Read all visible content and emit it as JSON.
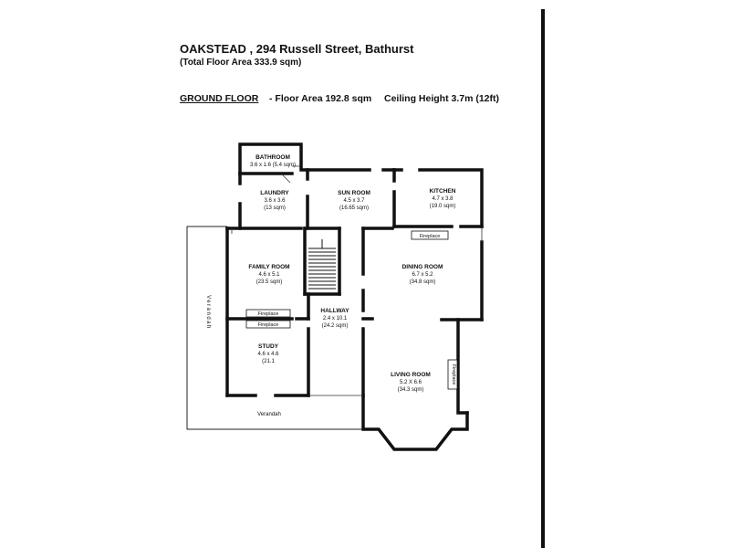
{
  "header": {
    "title": "OAKSTEAD , 294 Russell Street, Bathurst",
    "total_area": "(Total Floor Area 333.9 sqm)",
    "floor_label": "GROUND FLOOR",
    "floor_area": "- Floor Area 192.8 sqm",
    "ceiling": "Ceiling Height 3.7m (12ft)"
  },
  "rooms": {
    "bathroom": {
      "name": "BATHROOM",
      "dims": "3.6 x 1.6 (5.4 sqm)"
    },
    "laundry": {
      "name": "LAUNDRY",
      "dims": "3.6 x 3.6",
      "area": "(13 sqm)"
    },
    "sunroom": {
      "name": "SUN ROOM",
      "dims": "4.5 x 3.7",
      "area": "(16.65 sqm)"
    },
    "kitchen": {
      "name": "KITCHEN",
      "dims": "4.7 x 3.8",
      "area": "(19.0 sqm)"
    },
    "familyroom": {
      "name": "FAMILY ROOM",
      "dims": "4.6 x 5.1",
      "area": "(23.5 sqm)"
    },
    "diningroom": {
      "name": "DINING ROOM",
      "dims": "6.7 x 5.2",
      "area": "(34.8 sqm)"
    },
    "hallway": {
      "name": "HALLWAY",
      "dims": "2.4 x 10.1",
      "area": "(24.2 sqm)"
    },
    "study": {
      "name": "STUDY",
      "dims": "4.6 x 4.6",
      "area": "(21.1"
    },
    "livingroom": {
      "name": "LIVING ROOM",
      "dims": "5.2 X 6.6",
      "area": "(34.3 sqm)"
    }
  },
  "labels": {
    "fireplace": "Fireplace",
    "verandah": "Verandah",
    "verandah_vertical": "Verandah"
  }
}
